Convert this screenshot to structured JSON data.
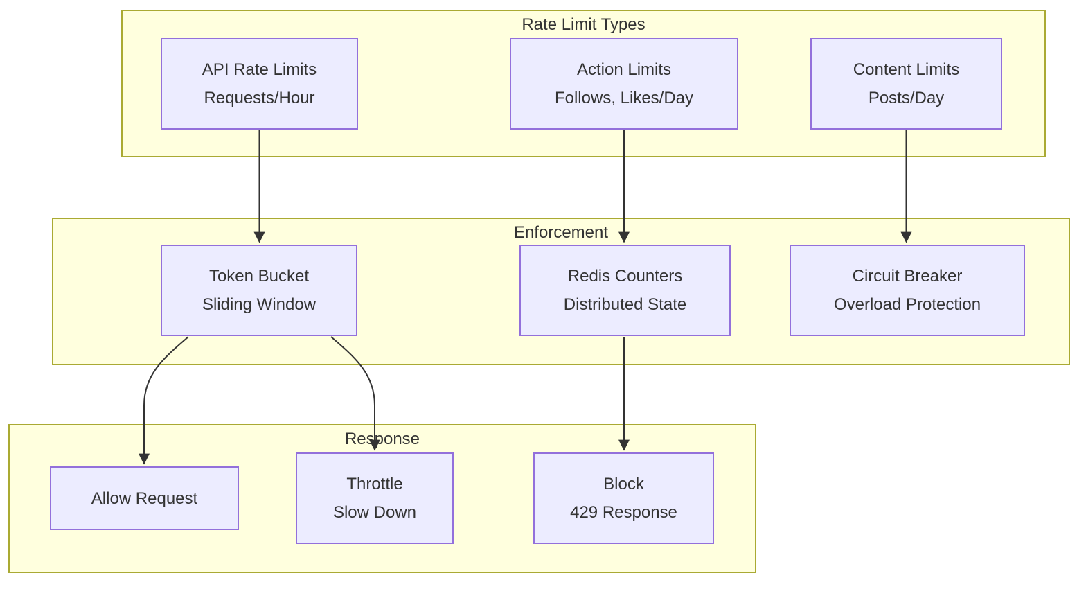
{
  "diagram": {
    "type": "flowchart",
    "groups": {
      "rate_limit_types": {
        "title": "Rate Limit Types"
      },
      "enforcement": {
        "title": "Enforcement"
      },
      "response": {
        "title": "Response"
      }
    },
    "nodes": {
      "api_rate_limits": {
        "lines": [
          "API Rate Limits",
          "Requests/Hour"
        ]
      },
      "action_limits": {
        "lines": [
          "Action Limits",
          "Follows, Likes/Day"
        ]
      },
      "content_limits": {
        "lines": [
          "Content Limits",
          "Posts/Day"
        ]
      },
      "token_bucket": {
        "lines": [
          "Token Bucket",
          "Sliding Window"
        ]
      },
      "redis_counters": {
        "lines": [
          "Redis Counters",
          "Distributed State"
        ]
      },
      "circuit_breaker": {
        "lines": [
          "Circuit Breaker",
          "Overload Protection"
        ]
      },
      "allow_request": {
        "lines": [
          "Allow Request"
        ]
      },
      "throttle": {
        "lines": [
          "Throttle",
          "Slow Down"
        ]
      },
      "block": {
        "lines": [
          "Block",
          "429 Response"
        ]
      }
    },
    "edges": [
      {
        "from": "api_rate_limits",
        "to": "token_bucket"
      },
      {
        "from": "action_limits",
        "to": "redis_counters"
      },
      {
        "from": "content_limits",
        "to": "circuit_breaker"
      },
      {
        "from": "token_bucket",
        "to": "allow_request"
      },
      {
        "from": "token_bucket",
        "to": "throttle"
      },
      {
        "from": "redis_counters",
        "to": "block"
      }
    ],
    "colors": {
      "node_fill": "#ECECFF",
      "node_border": "#9370DB",
      "group_fill": "#FFFFDE",
      "group_border": "#AAAA33",
      "edge": "#333333",
      "text": "#333333",
      "background": "#FFFFFF"
    }
  }
}
